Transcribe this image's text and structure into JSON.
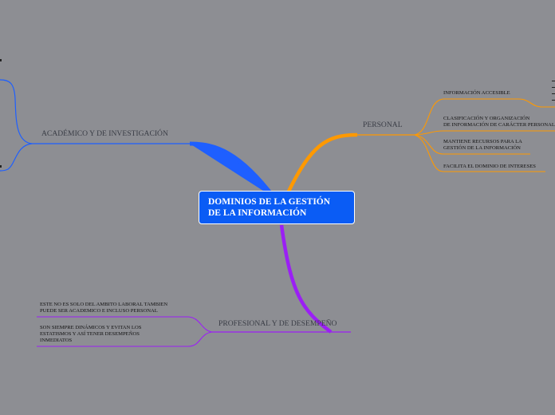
{
  "central": {
    "lines": [
      "DOMINIOS DE LA GESTIÓN",
      "DE LA INFORMACIÓN"
    ]
  },
  "branches": {
    "academic": {
      "label": "ACADÉMICO Y DE INVESTIGACIÓN",
      "color": "#1e5fff"
    },
    "personal": {
      "label": "PERSONAL",
      "color": "#ff9900",
      "items": [
        {
          "lines": [
            "INFORMACIÓN ACCESIBLE"
          ]
        },
        {
          "lines": [
            "CLASIFICACIÓN Y ORGANIZACIÓN",
            "DE INFORMACIÓN DE CARÁCTER PERSONAL"
          ]
        },
        {
          "lines": [
            "MANTIENE RECURSOS PARA LA",
            "GESTIÓN DE LA INFORMACIÓN"
          ]
        },
        {
          "lines": [
            "FACILITA EL DOMINIO DE INTERESES"
          ]
        }
      ]
    },
    "professional": {
      "label": "PROFESIONAL Y DE DESEMPEÑO",
      "color": "#9b1ff5",
      "items": [
        {
          "lines": [
            "ESTE NO ES SOLO DEL AMBITO  LABORAL TAMBIEN",
            "PUEDE SER ACADEMICO E INCLUSO PERSONAL"
          ]
        },
        {
          "lines": [
            "SON SIEMPRE DINÁMICOS Y EVITAN LOS",
            "ESTATISMOS Y ASÍ TENER DESEMPEÑOS",
            "INMEDIATOS"
          ]
        }
      ]
    }
  }
}
